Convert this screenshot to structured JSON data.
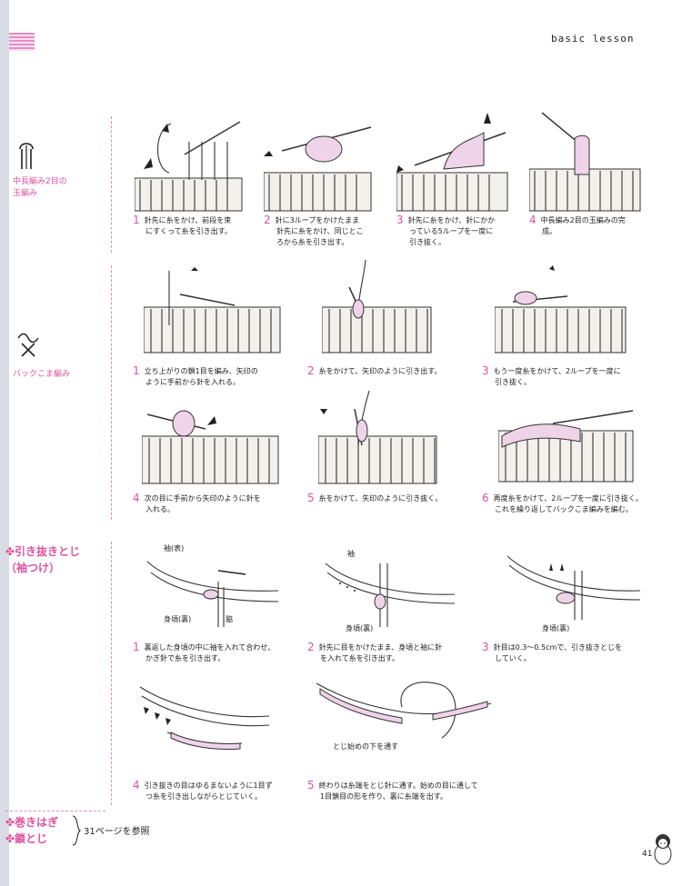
{
  "header": {
    "title": "basic lesson"
  },
  "sections": {
    "chuunaga": {
      "label_line1": "中長編み2目の",
      "label_line2": "玉編み",
      "steps": [
        {
          "num": "1",
          "line1": "針先に糸をかけ、前段を束",
          "line2": "にすくって糸を引き出す。",
          "line3": ""
        },
        {
          "num": "2",
          "line1": "針に3ループをかけたまま",
          "line2": "針先に糸をかけ、同じとこ",
          "line3": "ろから糸を引き出す。"
        },
        {
          "num": "3",
          "line1": "針先に糸をかけ、針にかか",
          "line2": "っている5ループを一度に",
          "line3": "引き抜く。"
        },
        {
          "num": "4",
          "line1": "中長編み2目の玉編みの完",
          "line2": "成。",
          "line3": ""
        }
      ]
    },
    "back": {
      "label": "バックこま編み",
      "steps": [
        {
          "num": "1",
          "line1": "立ち上がりの鎖1目を編み、矢印の",
          "line2": "ように手前から針を入れる。"
        },
        {
          "num": "2",
          "line1": "糸をかけて、矢印のように引き出す。",
          "line2": ""
        },
        {
          "num": "3",
          "line1": "もう一度糸をかけて、2ループを一度に",
          "line2": "引き抜く。"
        },
        {
          "num": "4",
          "line1": "次の目に手前から矢印のように針を",
          "line2": "入れる。"
        },
        {
          "num": "5",
          "line1": "糸をかけて、矢印のように引き抜く。",
          "line2": ""
        },
        {
          "num": "6",
          "line1": "再度糸をかけて、2ループを一度に引き抜く。",
          "line2": "これを繰り返してバックこま編みを編む。"
        }
      ]
    },
    "hikinuki": {
      "label_line1": "✤引き抜きとじ",
      "label_line2": "（袖つけ）",
      "steps": [
        {
          "num": "1",
          "line1": "裏返した身頃の中に袖を入れて合わせ、",
          "line2": "かぎ針で糸を引き出す。"
        },
        {
          "num": "2",
          "line1": "針先に目をかけたまま、身頃と袖に針",
          "line2": "を入れて糸を引き出す。"
        },
        {
          "num": "3",
          "line1": "針目は0.3〜0.5cmで、引き抜きとじを",
          "line2": "していく。"
        },
        {
          "num": "4",
          "line1": "引き抜きの目はゆるまないように1目ず",
          "line2": "つ糸を引き出しながらとじていく。"
        },
        {
          "num": "5",
          "line1": "終わりは糸端をとじ針に通す。始めの目に通して",
          "line2": "1目鎖目の形を作り、裏に糸端を出す。"
        }
      ],
      "callouts": {
        "sode_omote": "袖(表)",
        "migoro_ura_1": "身頃(裏)",
        "waki": "脇",
        "sode": "袖",
        "migoro_ura_2": "身頃(裏)",
        "migoro_ura_3": "身頃(裏)",
        "toji_hajime": "とじ始めの下を通す"
      }
    },
    "footer": {
      "makihagi": "✤巻きはぎ",
      "kusaritoji": "✤鎖とじ",
      "reference": "31ページを参照"
    }
  },
  "page_number": "41",
  "colors": {
    "accent": "#e0529f",
    "divider": "#e48bc0",
    "yarn_pink": "#efd3e8"
  }
}
